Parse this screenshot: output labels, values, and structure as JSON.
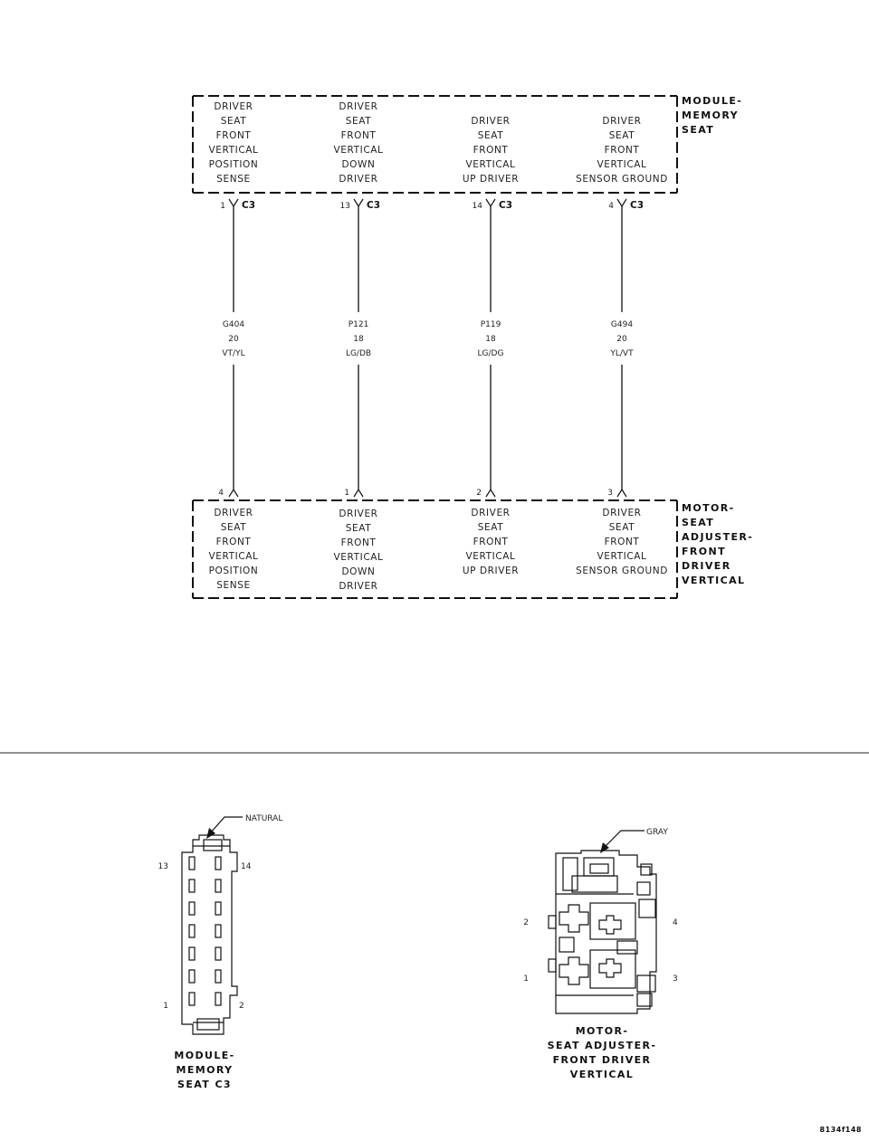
{
  "module": {
    "name_lines": [
      "MODULE-",
      "MEMORY",
      "SEAT"
    ],
    "circuits": [
      [
        "DRIVER",
        "SEAT",
        "FRONT",
        "VERTICAL",
        "POSITION",
        "SENSE"
      ],
      [
        "DRIVER",
        "SEAT",
        "FRONT",
        "VERTICAL",
        "DOWN",
        "DRIVER"
      ],
      [
        "DRIVER",
        "SEAT",
        "FRONT",
        "VERTICAL",
        "UP DRIVER"
      ],
      [
        "DRIVER",
        "SEAT",
        "FRONT",
        "VERTICAL",
        "SENSOR GROUND"
      ]
    ]
  },
  "motor": {
    "name_lines": [
      "MOTOR-",
      "SEAT",
      "ADJUSTER-",
      "FRONT",
      "DRIVER",
      "VERTICAL"
    ],
    "circuits": [
      [
        "DRIVER",
        "SEAT",
        "FRONT",
        "VERTICAL",
        "POSITION",
        "SENSE"
      ],
      [
        "DRIVER",
        "SEAT",
        "FRONT",
        "VERTICAL",
        "DOWN",
        "DRIVER"
      ],
      [
        "DRIVER",
        "SEAT",
        "FRONT",
        "VERTICAL",
        "UP DRIVER"
      ],
      [
        "DRIVER",
        "SEAT",
        "FRONT",
        "VERTICAL",
        "SENSOR GROUND"
      ]
    ]
  },
  "wires": [
    {
      "module_pin": "1",
      "connector": "C3",
      "code": "G404",
      "gauge": "20",
      "color": "VT/YL",
      "motor_pin": "4"
    },
    {
      "module_pin": "13",
      "connector": "C3",
      "code": "P121",
      "gauge": "18",
      "color": "LG/DB",
      "motor_pin": "1"
    },
    {
      "module_pin": "14",
      "connector": "C3",
      "code": "P119",
      "gauge": "18",
      "color": "LG/DG",
      "motor_pin": "2"
    },
    {
      "module_pin": "4",
      "connector": "C3",
      "code": "G494",
      "gauge": "20",
      "color": "YL/VT",
      "motor_pin": "3"
    }
  ],
  "connector_c3": {
    "callout": "NATURAL",
    "pins": {
      "top_left": "13",
      "top_right": "14",
      "bottom_left": "1",
      "bottom_right": "2"
    },
    "caption_lines": [
      "MODULE-",
      "MEMORY",
      "SEAT C3"
    ]
  },
  "motor_connector": {
    "callout": "GRAY",
    "pins": {
      "upper_left": "2",
      "upper_right": "4",
      "lower_left": "1",
      "lower_right": "3"
    },
    "caption_lines": [
      "MOTOR-",
      "SEAT ADJUSTER-",
      "FRONT DRIVER",
      "VERTICAL"
    ]
  },
  "figure_id": "8134f148"
}
